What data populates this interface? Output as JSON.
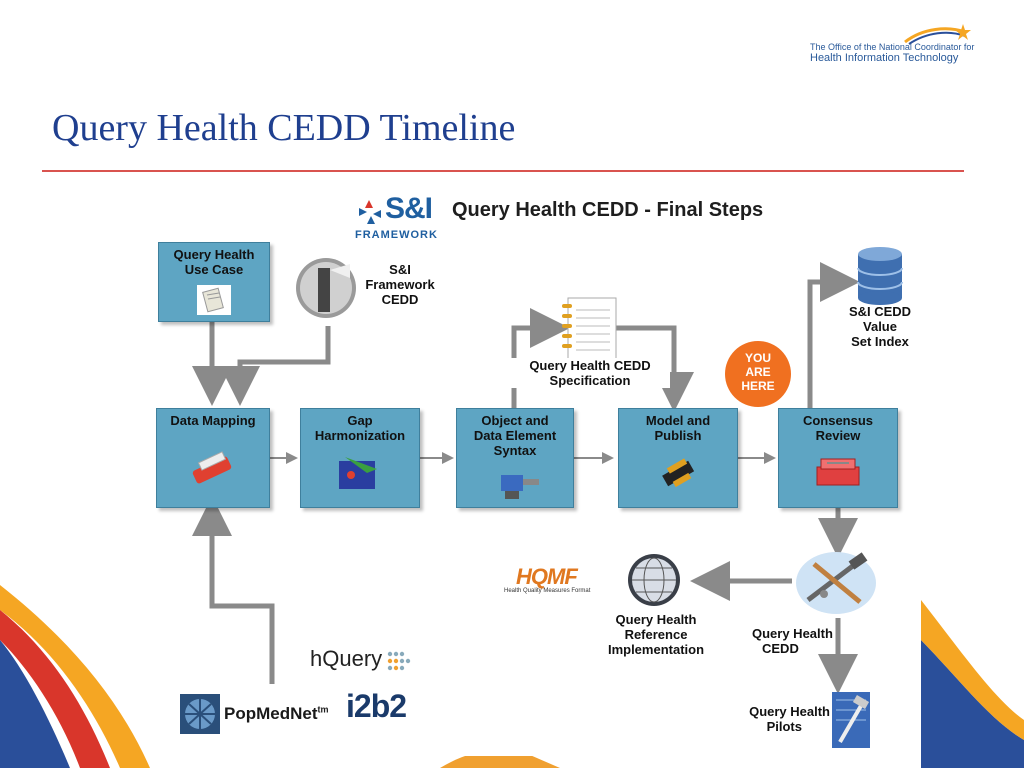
{
  "slide": {
    "title": "Query Health CEDD Timeline",
    "onc_logo": {
      "line1": "The Office of the National Coordinator for",
      "line2": "Health Information Technology"
    }
  },
  "diagram": {
    "header": {
      "framework_logo_main": "S&I",
      "framework_logo_sub": "FRAMEWORK",
      "title": "Query Health CEDD - Final Steps"
    },
    "boxes": {
      "use_case": {
        "line1": "Query Health",
        "line2": "Use Case"
      },
      "data_mapping": {
        "line1": "Data Mapping"
      },
      "gap_harmonization": {
        "line1": "Gap",
        "line2": "Harmonization"
      },
      "object_syntax": {
        "line1": "Object and",
        "line2": "Data Element",
        "line3": "Syntax"
      },
      "model_publish": {
        "line1": "Model and",
        "line2": "Publish"
      },
      "consensus_review": {
        "line1": "Consensus",
        "line2": "Review"
      }
    },
    "labels": {
      "si_framework_cedd": {
        "line1": "S&I",
        "line2": "Framework",
        "line3": "CEDD"
      },
      "qh_cedd_spec": {
        "line1": "Query Health CEDD",
        "line2": "Specification"
      },
      "value_set_index": {
        "line1": "S&I CEDD",
        "line2": "Value",
        "line3": "Set Index"
      },
      "reference_impl": {
        "line1": "Query Health",
        "line2": "Reference",
        "line3": "Implementation"
      },
      "qh_cedd": {
        "line1": "Query Health",
        "line2": "CEDD"
      },
      "pilots": {
        "line1": "Query Health",
        "line2": "Pilots"
      }
    },
    "you_are_here": {
      "line1": "YOU",
      "line2": "ARE",
      "line3": "HERE"
    },
    "logos": {
      "hqmf": "HQMF",
      "hqmf_sub": "Health Quality Measures Format",
      "hquery": "hQuery",
      "popmednet": "PopMedNet",
      "popmednet_tm": "tm",
      "i2b2": "i2b2"
    }
  }
}
